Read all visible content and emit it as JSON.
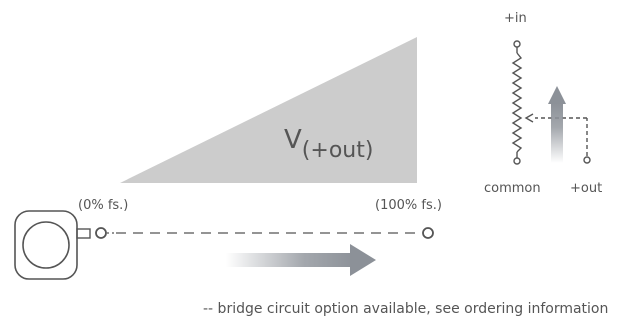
{
  "labels": {
    "v_main": "V",
    "v_sub": "(+out)",
    "start": "(0% fs.)",
    "end": "(100% fs.)",
    "plus_in": "+in",
    "common": "common",
    "plus_out": "+out",
    "footnote": "-- bridge circuit option available, see ordering information"
  },
  "colors": {
    "wedge": "#cccccc",
    "line": "#555555",
    "arrow_dark": "#8c9198",
    "arrow_light": "#f0f1f3"
  },
  "icons": {
    "sensor_body": "sensor-housing-icon",
    "potentiometer": "potentiometer-symbol-icon"
  }
}
